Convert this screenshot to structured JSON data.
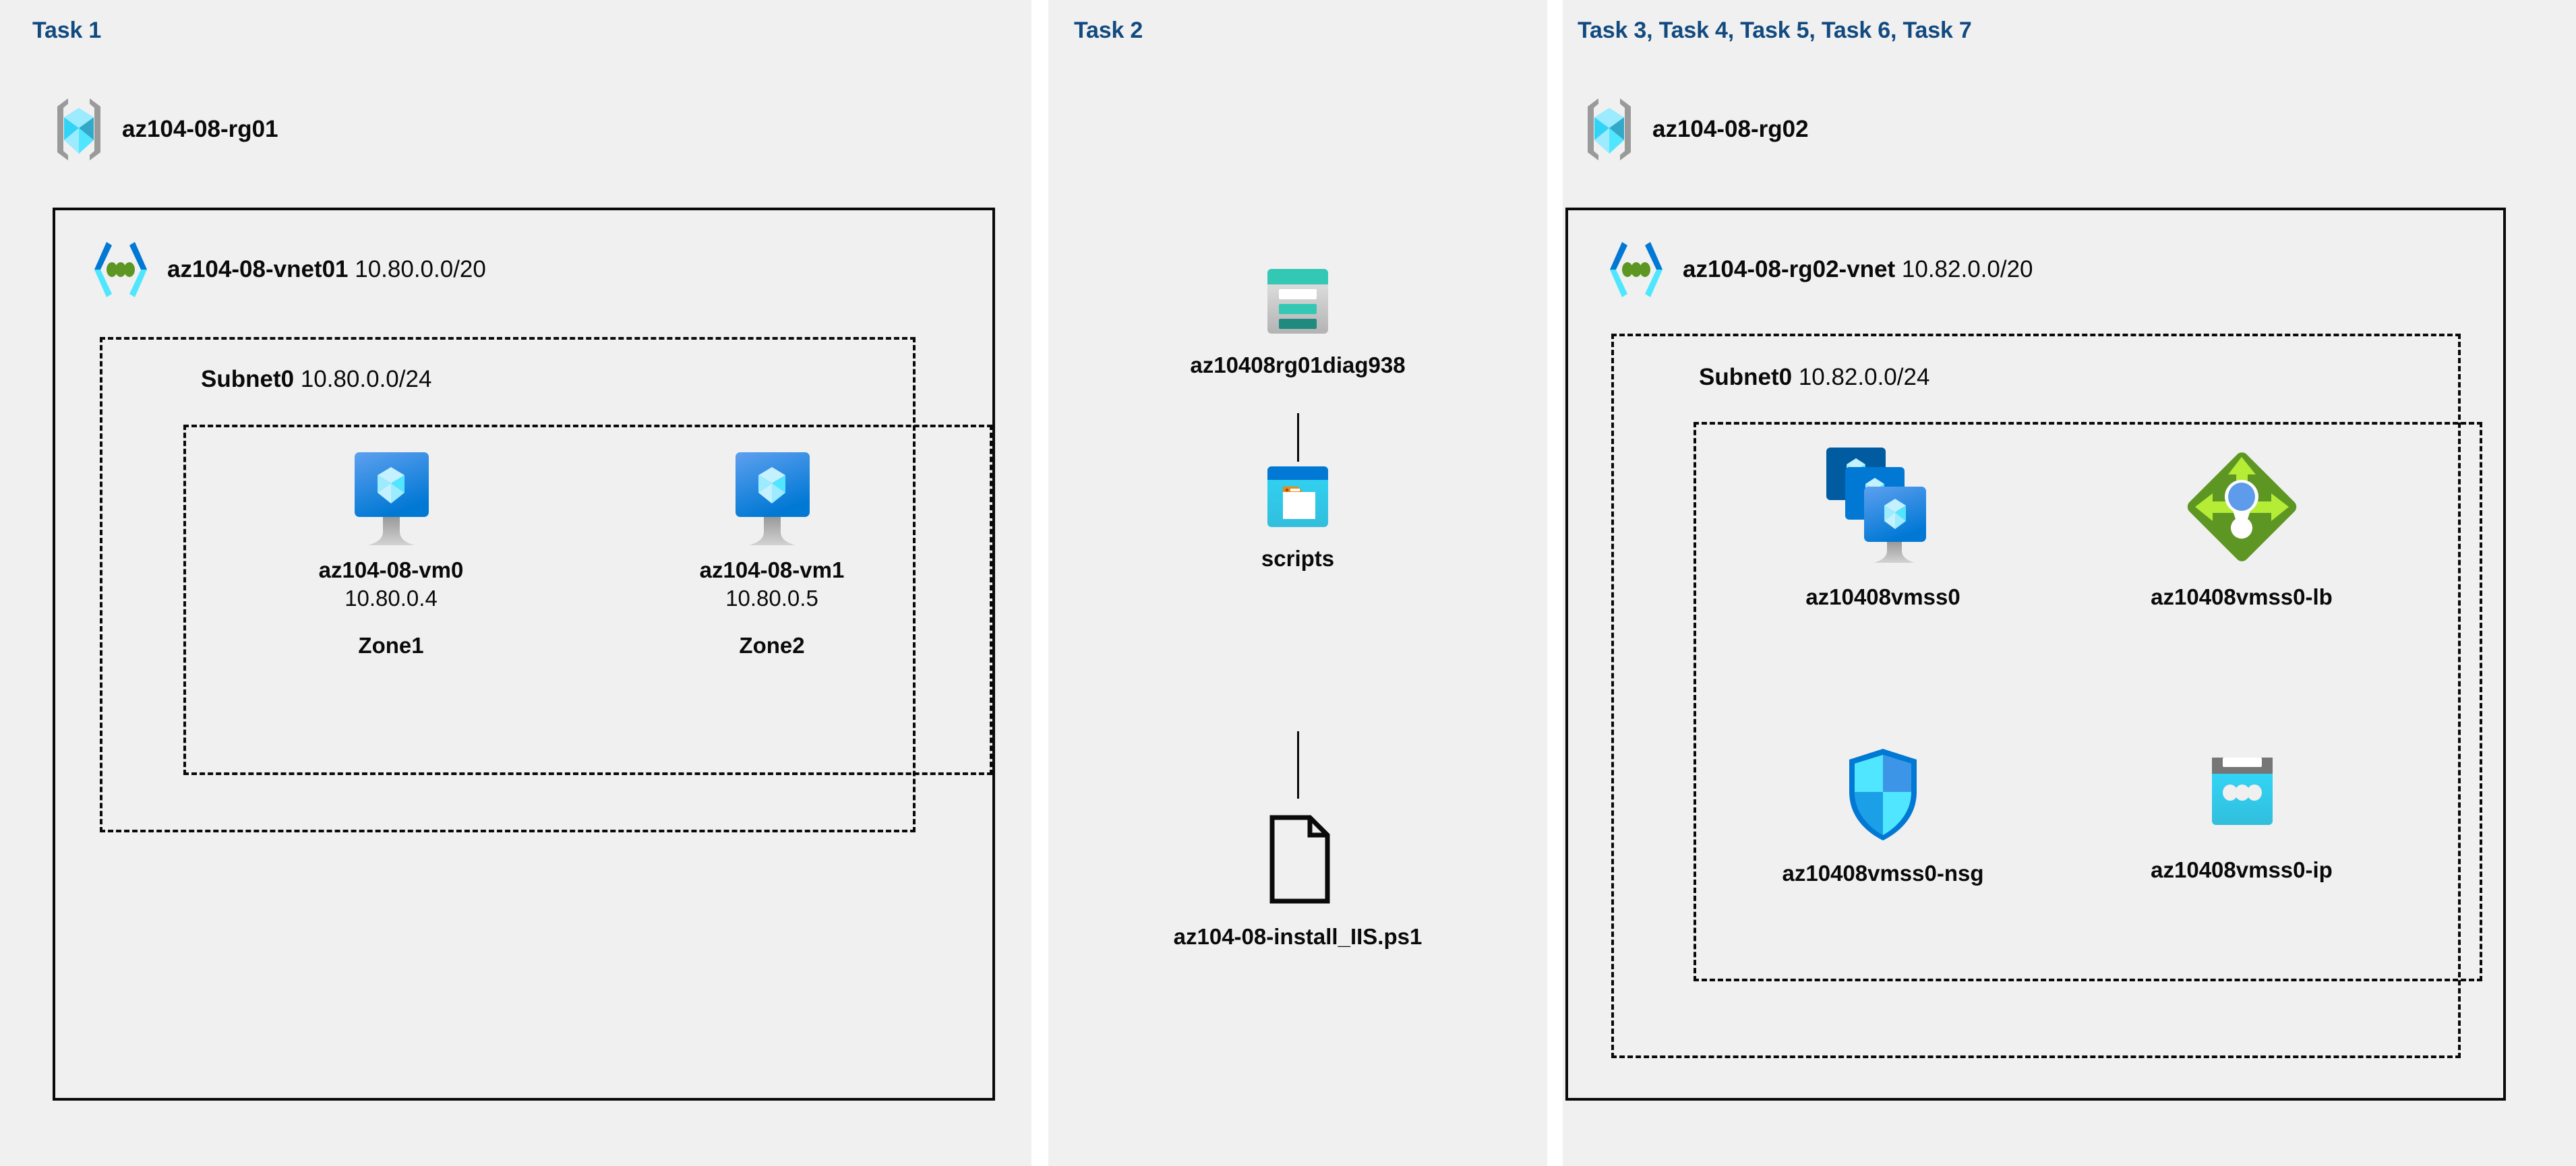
{
  "tasks": {
    "task1": "Task 1",
    "task2": "Task 2",
    "task3to7": "Task 3, Task 4, Task 5, Task 6, Task 7"
  },
  "colors": {
    "task_title": "#124a80",
    "panel_bg": "#f0f0f0",
    "page_bg": "#ffffff",
    "border": "#0a0a0a",
    "azure_blue": "#0078d4",
    "cyan": "#32bedd",
    "teal": "#32c8b4",
    "green_lb": "#6cad26",
    "gray_icon": "#949494"
  },
  "panel1": {
    "resource_group": {
      "name": "az104-08-rg01",
      "icon": "resource-group-icon"
    },
    "vnet": {
      "name": "az104-08-vnet01",
      "cidr": "10.80.0.0/20",
      "icon": "virtual-network-icon"
    },
    "subnet": {
      "name": "Subnet0",
      "cidr": "10.80.0.0/24"
    },
    "vms": [
      {
        "name": "az104-08-vm0",
        "ip": "10.80.0.4",
        "zone": "Zone1",
        "icon": "virtual-machine-icon"
      },
      {
        "name": "az104-08-vm1",
        "ip": "10.80.0.5",
        "zone": "Zone2",
        "icon": "virtual-machine-icon"
      }
    ]
  },
  "panel2": {
    "nodes": [
      {
        "name": "az10408rg01diag938",
        "icon": "storage-account-icon"
      },
      {
        "name": "scripts",
        "icon": "blob-container-icon"
      },
      {
        "name": "az104-08-install_IIS.ps1",
        "icon": "file-icon"
      }
    ]
  },
  "panel3": {
    "resource_group": {
      "name": "az104-08-rg02",
      "icon": "resource-group-icon"
    },
    "vnet": {
      "name": "az104-08-rg02-vnet",
      "cidr": "10.82.0.0/20",
      "icon": "virtual-network-icon"
    },
    "subnet": {
      "name": "Subnet0",
      "cidr": "10.82.0.0/24"
    },
    "resources": [
      {
        "name": "az10408vmss0",
        "icon": "vm-scale-set-icon"
      },
      {
        "name": "az10408vmss0-lb",
        "icon": "load-balancer-icon"
      },
      {
        "name": "az10408vmss0-nsg",
        "icon": "network-security-group-icon"
      },
      {
        "name": "az10408vmss0-ip",
        "icon": "public-ip-address-icon"
      }
    ]
  }
}
